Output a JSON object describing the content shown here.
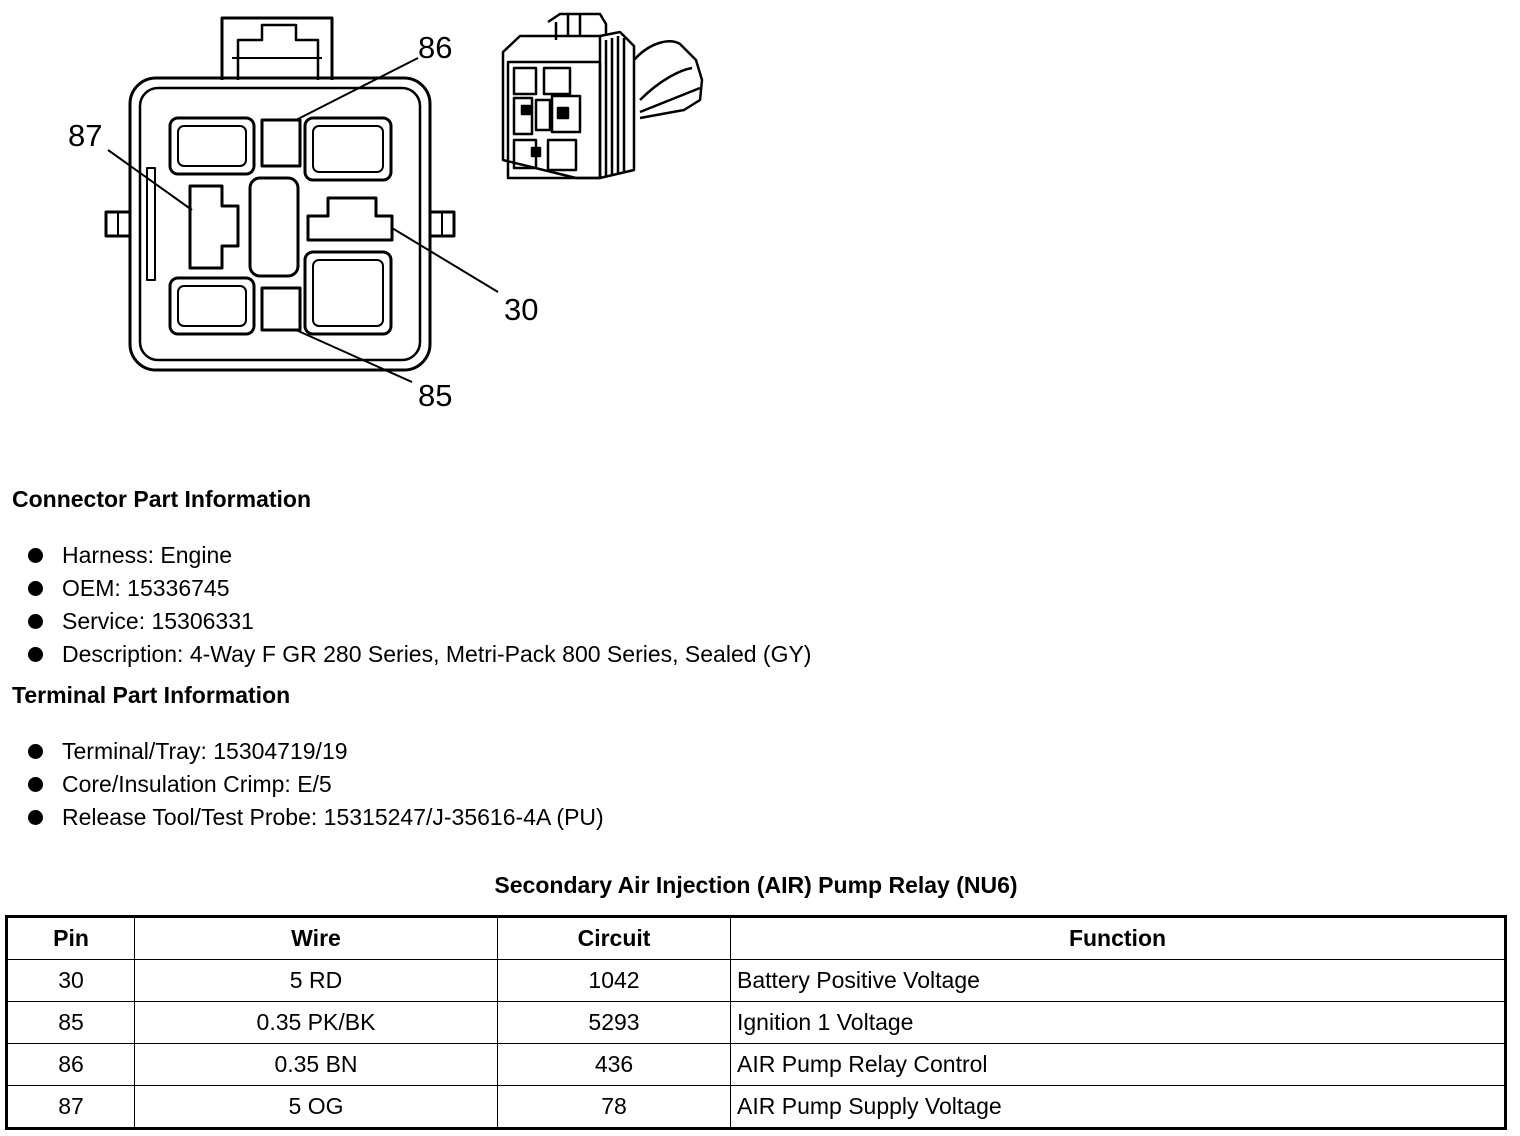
{
  "diagram": {
    "pin_labels": {
      "p86": "86",
      "p87": "87",
      "p30": "30",
      "p85": "85"
    }
  },
  "connector_info": {
    "heading": "Connector Part Information",
    "items": [
      "Harness: Engine",
      "OEM: 15336745",
      "Service: 15306331",
      "Description: 4-Way F GR 280 Series, Metri-Pack 800 Series, Sealed (GY)"
    ]
  },
  "terminal_info": {
    "heading": "Terminal Part Information",
    "items": [
      "Terminal/Tray: 15304719/19",
      "Core/Insulation Crimp: E/5",
      "Release Tool/Test Probe: 15315247/J-35616-4A (PU)"
    ]
  },
  "table": {
    "title": "Secondary Air Injection (AIR) Pump Relay (NU6)",
    "headers": [
      "Pin",
      "Wire",
      "Circuit",
      "Function"
    ],
    "rows": [
      [
        "30",
        "5 RD",
        "1042",
        "Battery Positive Voltage"
      ],
      [
        "85",
        "0.35 PK/BK",
        "5293",
        "Ignition 1 Voltage"
      ],
      [
        "86",
        "0.35 BN",
        "436",
        "AIR Pump Relay Control"
      ],
      [
        "87",
        "5 OG",
        "78",
        "AIR Pump Supply Voltage"
      ]
    ]
  }
}
